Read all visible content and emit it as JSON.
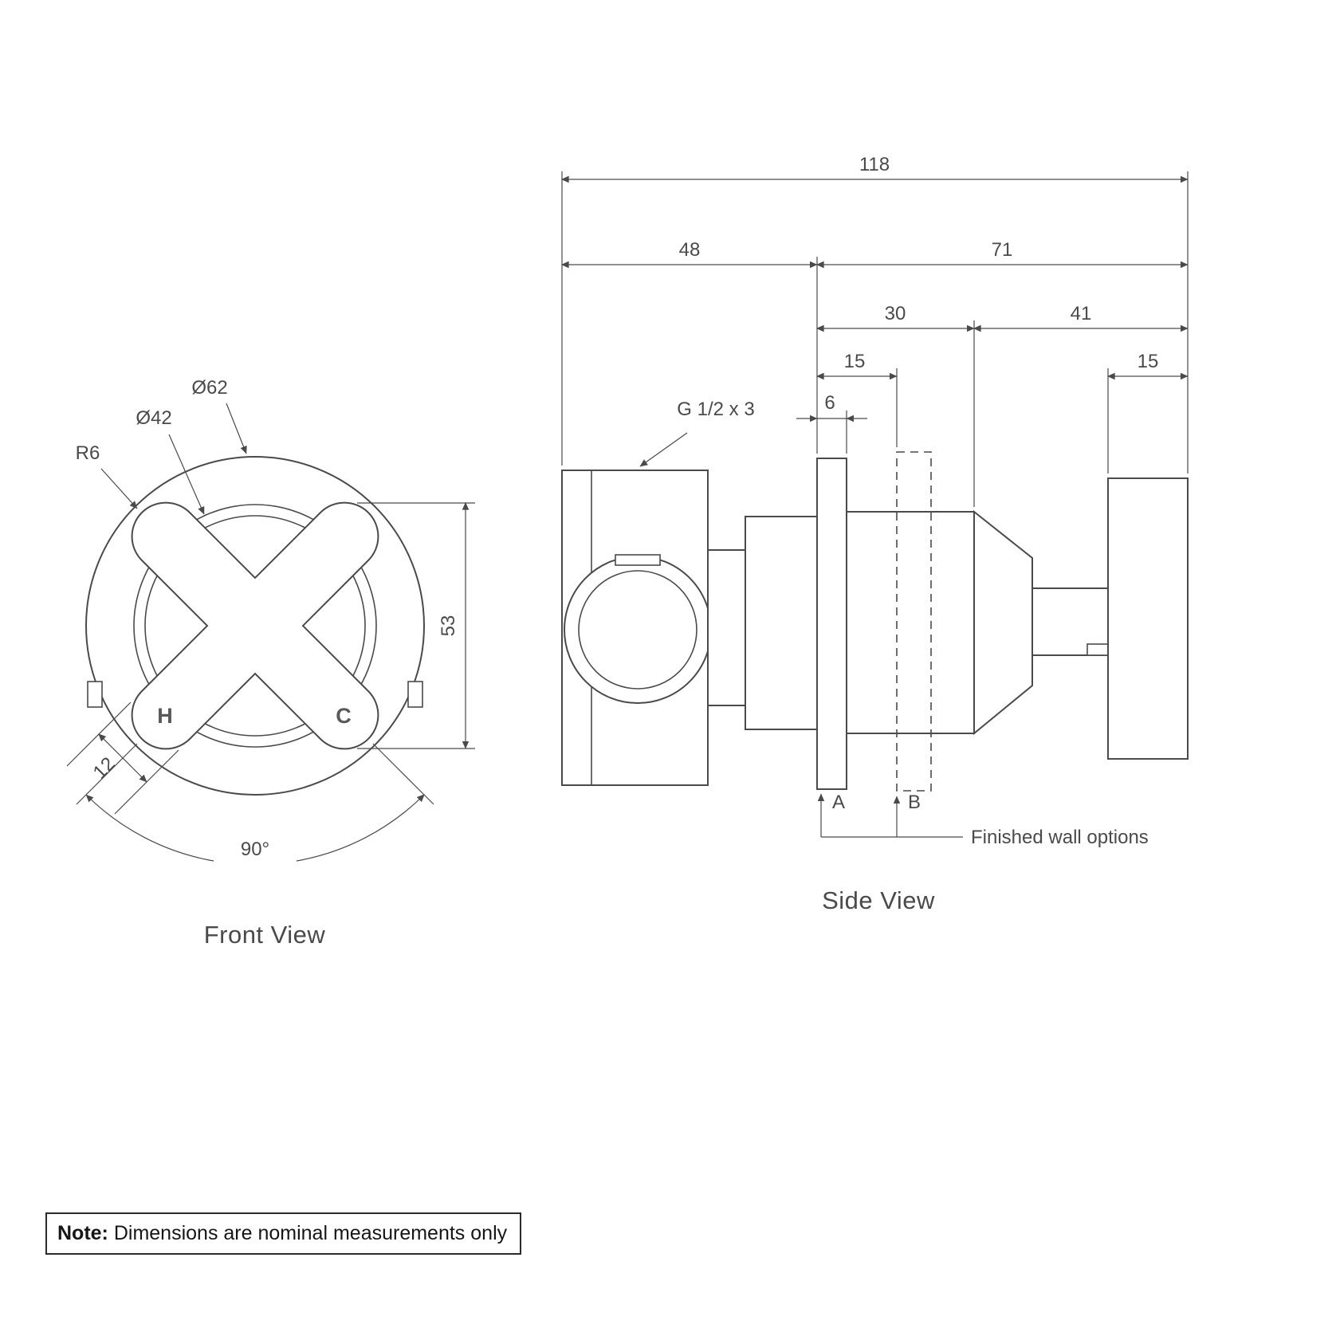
{
  "front_view": {
    "caption": "Front View",
    "labels": {
      "outer_diameter": "Ø62",
      "inner_diameter": "Ø42",
      "corner_radius": "R6",
      "handle_height": "53",
      "arm_width": "12",
      "handle_angle": "90°",
      "hot_indicator": "H",
      "cold_indicator": "C"
    }
  },
  "side_view": {
    "caption": "Side View",
    "labels": {
      "overall_depth": "118",
      "body_depth": "48",
      "trim_depth": "71",
      "cartridge_depth": "30",
      "handle_projection": "41",
      "wall_option_depth": "15",
      "handle_thickness": "15",
      "plate_offset": "6",
      "thread_spec": "G 1/2 x 3",
      "wall_option_a": "A",
      "wall_option_b": "B",
      "finished_wall_note": "Finished wall options"
    }
  },
  "note": {
    "label": "Note:",
    "text": "Dimensions are nominal measurements only"
  },
  "colors": {
    "line": "#4a4a4a",
    "background": "#ffffff"
  }
}
